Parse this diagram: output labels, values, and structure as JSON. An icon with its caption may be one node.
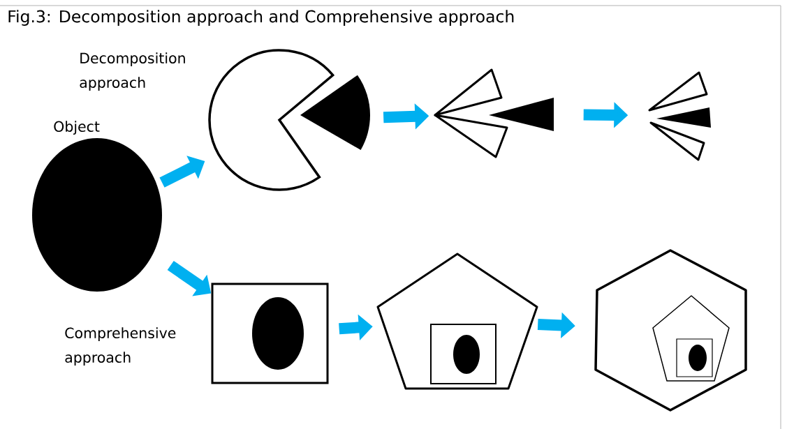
{
  "diagram": {
    "title": "Fig.3: Decomposition approach and Comprehensive approach",
    "nodes": [
      {
        "text": [
          "Object"
        ]
      },
      {
        "text": [
          "Decomposition approach"
        ]
      },
      {
        "text": [],
        "shape": "triangle"
      },
      {
        "text": [],
        "shape": "triangle"
      },
      {
        "text": [
          "Comprehensive approach"
        ]
      },
      {
        "text": [],
        "shape": "pentagon"
      },
      {
        "text": [],
        "shape": "hexagon"
      }
    ],
    "edges": [
      {
        "from": 0,
        "to": 1,
        "arrow": "to"
      },
      {
        "from": 1,
        "to": 2,
        "arrow": "to"
      },
      {
        "from": 2,
        "to": 3,
        "arrow": "to"
      },
      {
        "from": 0,
        "to": 4,
        "arrow": "to"
      },
      {
        "from": 4,
        "to": 5,
        "arrow": "to"
      },
      {
        "from": 5,
        "to": 6,
        "arrow": "to"
      }
    ]
  }
}
